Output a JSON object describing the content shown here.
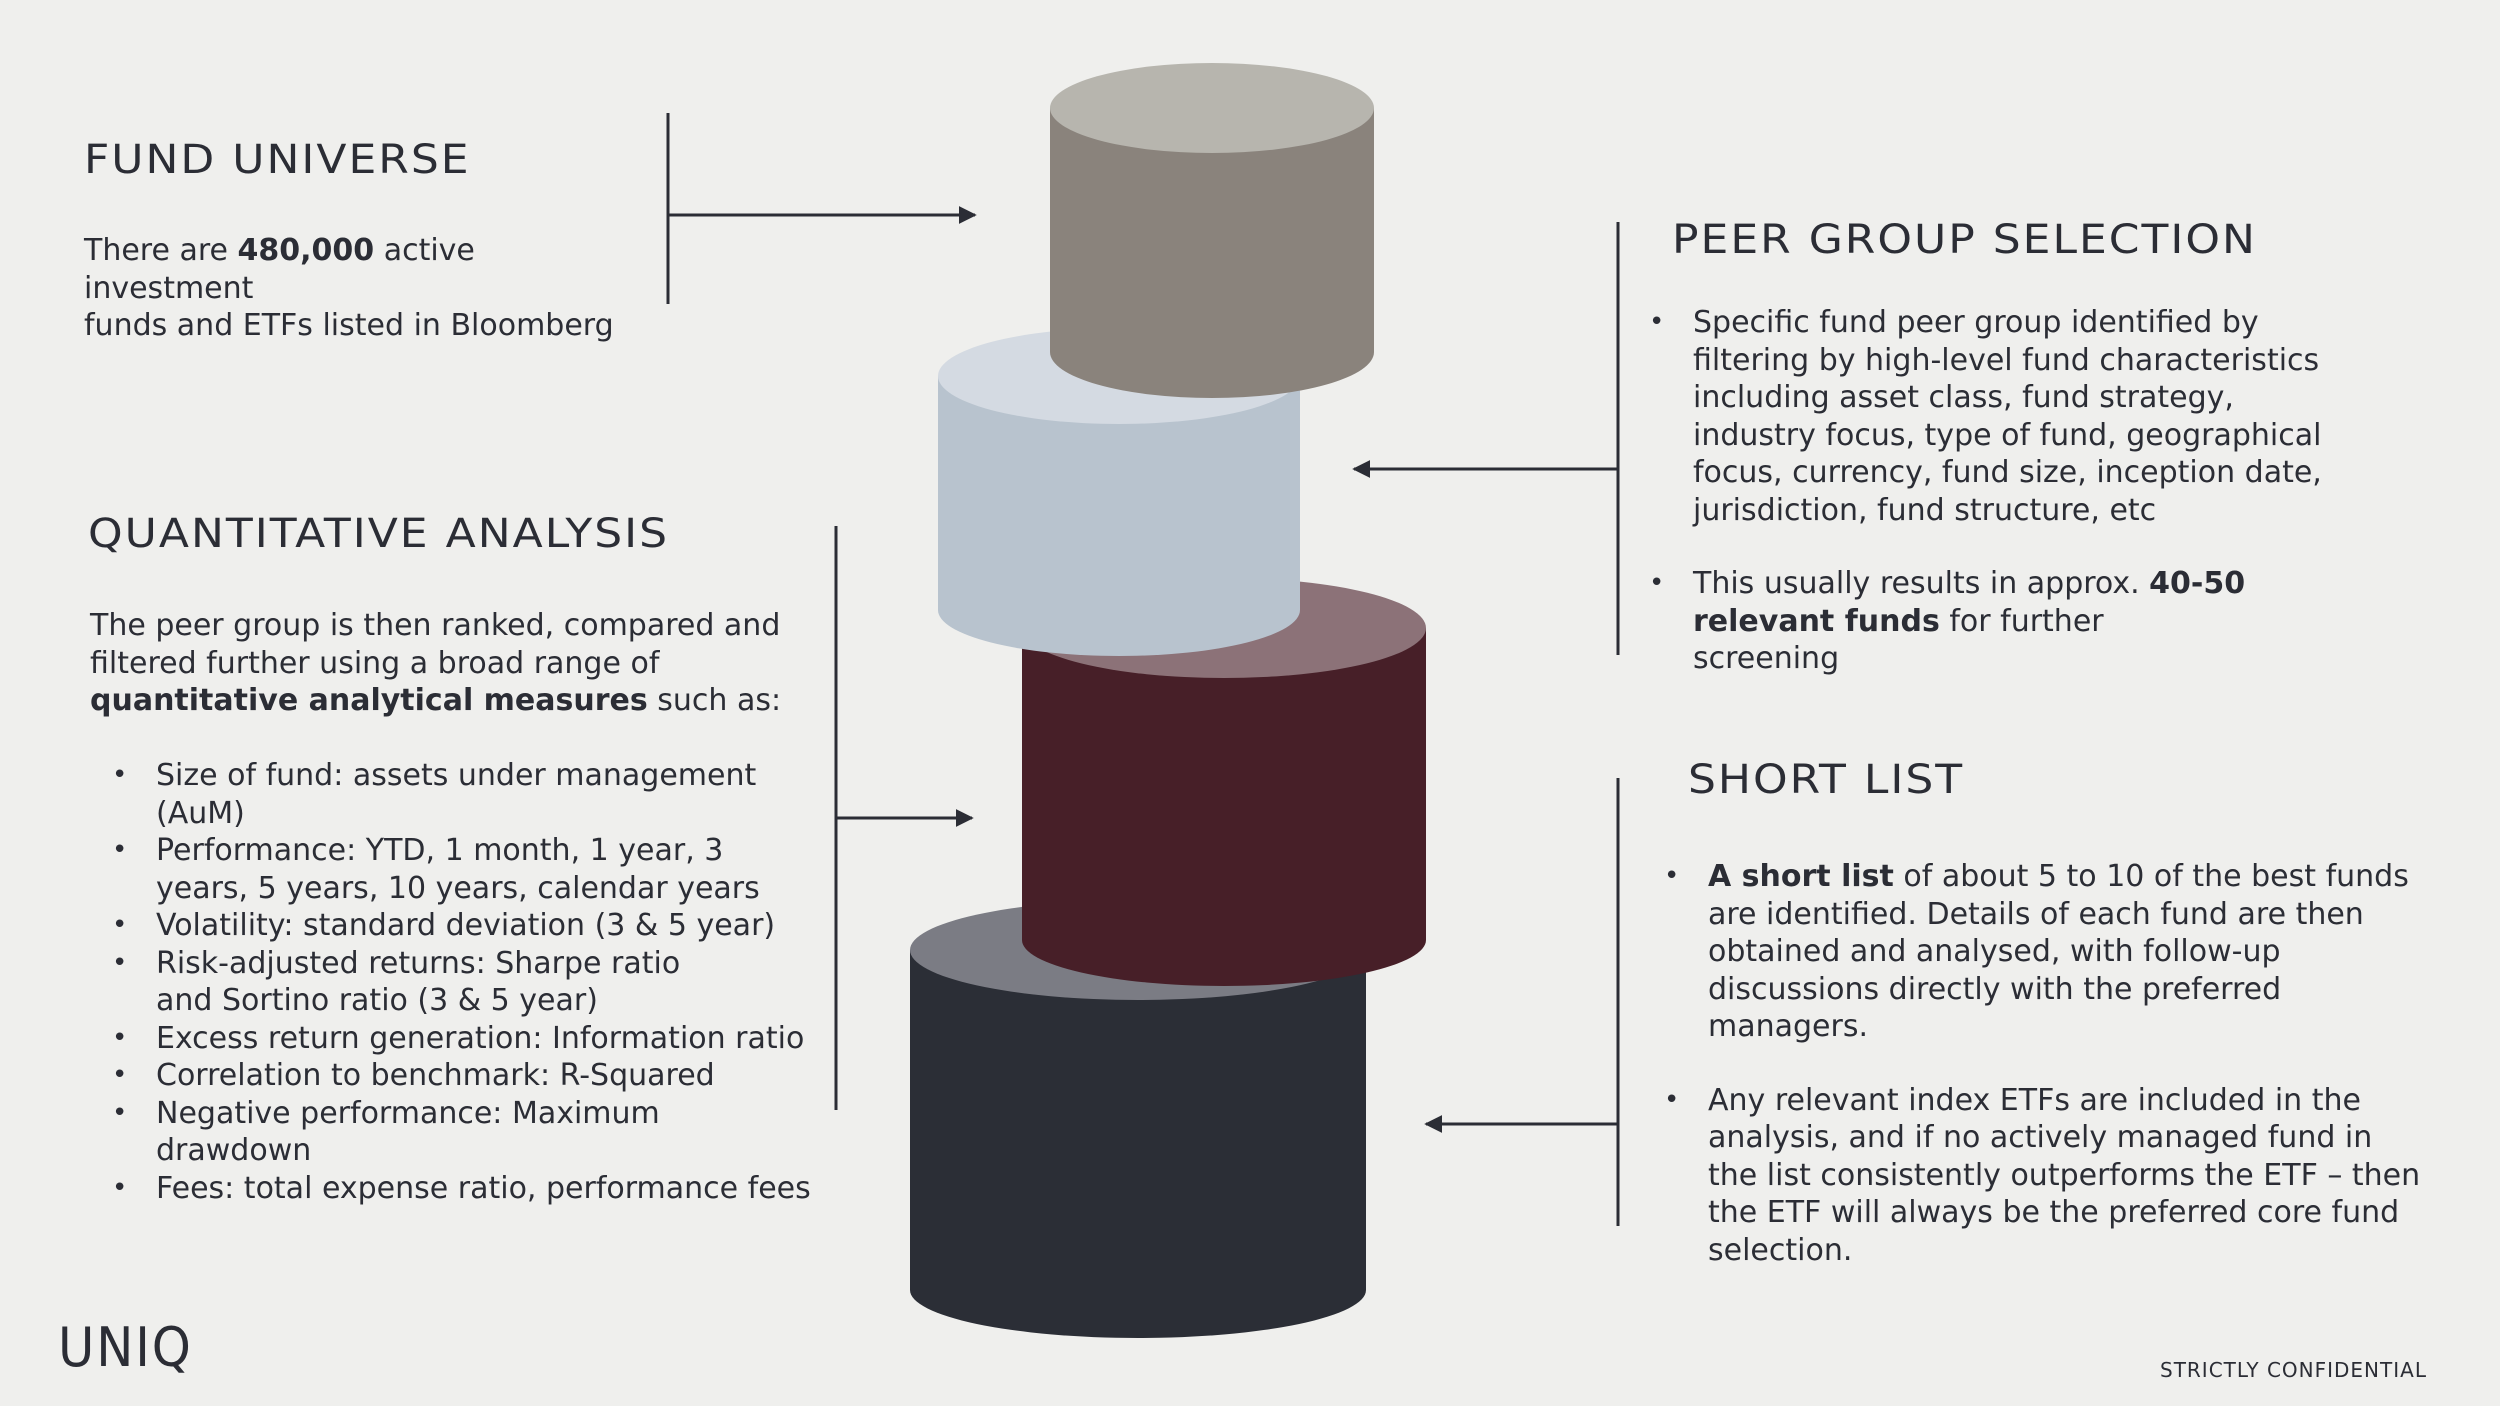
{
  "fund_universe": {
    "title": "FUND UNIVERSE",
    "line1_pre": "There are ",
    "line1_bold": "480,000",
    "line1_post": " active investment",
    "line2": "funds and ETFs listed in Bloomberg"
  },
  "quantitative_analysis": {
    "title": "QUANTITATIVE ANALYSIS",
    "intro_line1": "The peer group is then ranked, compared and",
    "intro_line2": "filtered further using a broad range of",
    "intro_bold": "quantitative analytical measures",
    "intro_post": " such as:",
    "items": [
      "Size of fund: assets under management (AuM)",
      "Performance: YTD, 1 month, 1 year, 3 years, 5 years, 10 years, calendar years",
      "Volatility: standard deviation (3 & 5 year)",
      "Risk-adjusted returns: Sharpe ratio and Sortino ratio (3 & 5 year)",
      "Excess return generation: Information ratio",
      "Correlation to benchmark: R-Squared",
      "Negative performance: Maximum drawdown",
      "Fees: total expense ratio, performance fees"
    ]
  },
  "peer_group_selection": {
    "title": "PEER GROUP SELECTION",
    "item1": "Specific fund peer group identified by filtering by high-level fund characteristics including asset class, fund strategy, industry focus, type of fund, geographical focus, currency, fund size, inception date, jurisdiction, fund structure, etc",
    "item2_pre": "This usually results in approx. ",
    "item2_bold": "40-50 relevant funds",
    "item2_post": " for further screening"
  },
  "short_list": {
    "title": "SHORT LIST",
    "item1_bold": "A short list",
    "item1_post": " of about 5 to 10 of the best funds are identified. Details of each fund are then obtained and analysed, with follow-up discussions directly with the preferred managers.",
    "item2": "Any relevant index ETFs are included in the analysis, and if no actively managed fund in the list consistently outperforms the ETF – then the ETF will always be the preferred core fund selection."
  },
  "brand": "UNIQ",
  "footer": "STRICTLY CONFIDENTIAL",
  "colors": {
    "background": "#efefed",
    "text": "#2b2d35",
    "cylinder_gray": "#8a837c",
    "cylinder_light_blue": "#b8c3ce",
    "cylinder_burgundy": "#471f28",
    "cylinder_dark": "#2b2e36"
  }
}
